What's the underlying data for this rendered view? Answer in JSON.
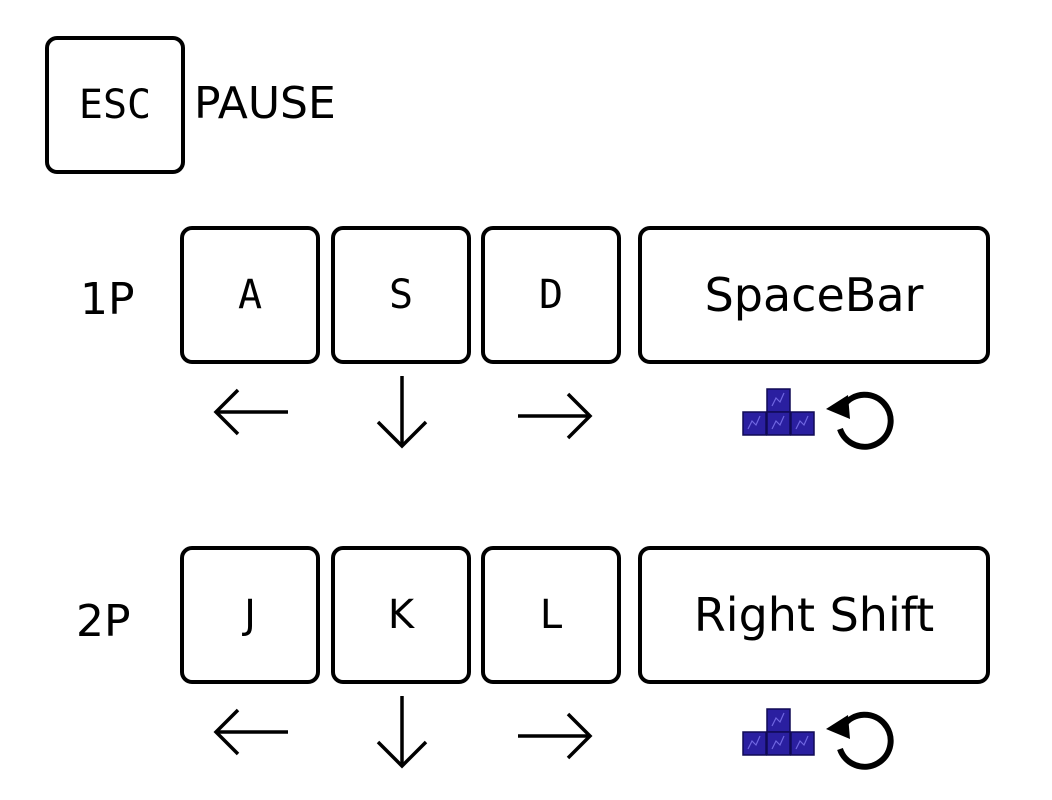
{
  "pause": {
    "key": "ESC",
    "label": "PAUSE"
  },
  "players": [
    {
      "label": "1P",
      "keys": {
        "left": "A",
        "down": "S",
        "right": "D",
        "rotate": "SpaceBar"
      },
      "actions": [
        "arrow-left-icon",
        "arrow-down-icon",
        "arrow-right-icon",
        "rotate-block-icon"
      ]
    },
    {
      "label": "2P",
      "keys": {
        "left": "J",
        "down": "K",
        "right": "L",
        "rotate": "Right Shift"
      },
      "actions": [
        "arrow-left-icon",
        "arrow-down-icon",
        "arrow-right-icon",
        "rotate-block-icon"
      ]
    }
  ],
  "colors": {
    "block_fill": "#2a1fa0",
    "block_highlight": "#6f66e0",
    "block_shadow": "#100a55",
    "outline": "#000000"
  }
}
